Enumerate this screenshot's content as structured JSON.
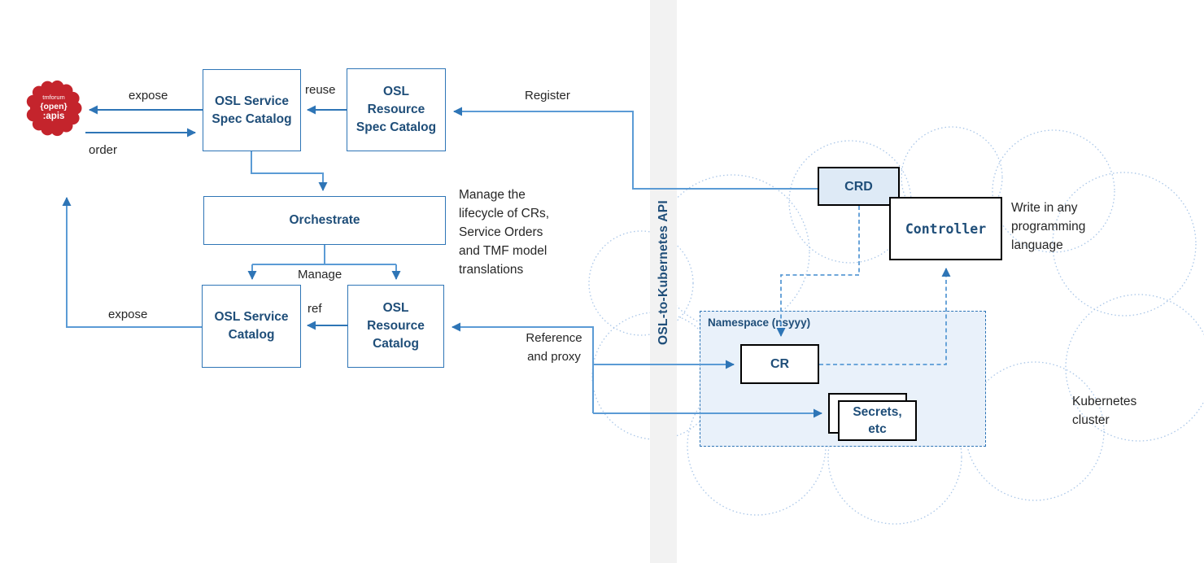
{
  "diagram": {
    "logo": {
      "line1": "tmforum",
      "line2": "{open}",
      "line3": ":apis"
    },
    "boxes": {
      "service_spec_catalog": "OSL Service\nSpec Catalog",
      "resource_spec_catalog": "OSL\nResource\nSpec Catalog",
      "orchestrate": "Orchestrate",
      "service_catalog": "OSL Service\nCatalog",
      "resource_catalog": "OSL\nResource\nCatalog",
      "crd": "CRD",
      "controller": "Controller",
      "cr": "CR",
      "secrets": "Secrets,\netc"
    },
    "labels": {
      "expose_top": "expose",
      "order": "order",
      "reuse": "reuse",
      "register": "Register",
      "manage": "Manage",
      "ref": "ref",
      "expose_bottom": "expose",
      "reference_proxy": "Reference\nand proxy",
      "manage_lifecycle": "Manage the\nlifecycle of CRs,\nService Orders\nand TMF model\ntranslations",
      "write_any_language": "Write in any\nprogramming\nlanguage",
      "kubernetes_cluster": "Kubernetes\ncluster",
      "api_bar": "OSL-to-Kubernetes API",
      "namespace": "Namespace (nsyyy)"
    },
    "colors": {
      "navy_text": "#1F4E79",
      "box_border_blue": "#2E75B6",
      "connector_blue": "#5B9BD5",
      "cloud_outline": "#A9C6E8",
      "api_bar_gray": "#F2F2F2",
      "crd_fill": "#DEEAF6",
      "namespace_fill": "#E9F1FA",
      "logo_red": "#C4242C"
    }
  }
}
